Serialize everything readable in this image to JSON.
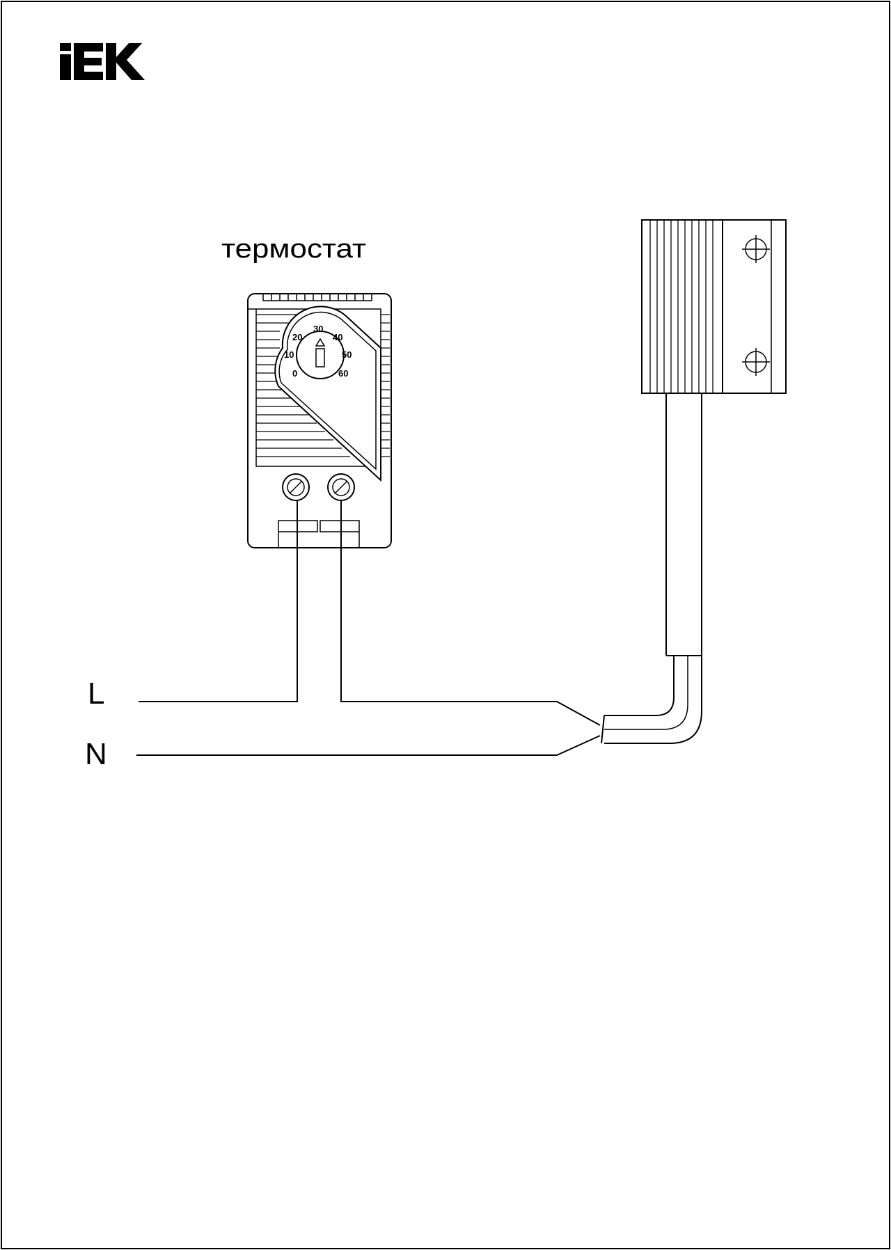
{
  "logo": {
    "text": "IEK"
  },
  "thermostat": {
    "label": "термостат",
    "scale": [
      "0",
      "10",
      "20",
      "30",
      "40",
      "50",
      "60"
    ]
  },
  "lines": {
    "l_label": "L",
    "n_label": "N"
  },
  "colors": {
    "ink": "#000000",
    "background": "#ffffff"
  }
}
